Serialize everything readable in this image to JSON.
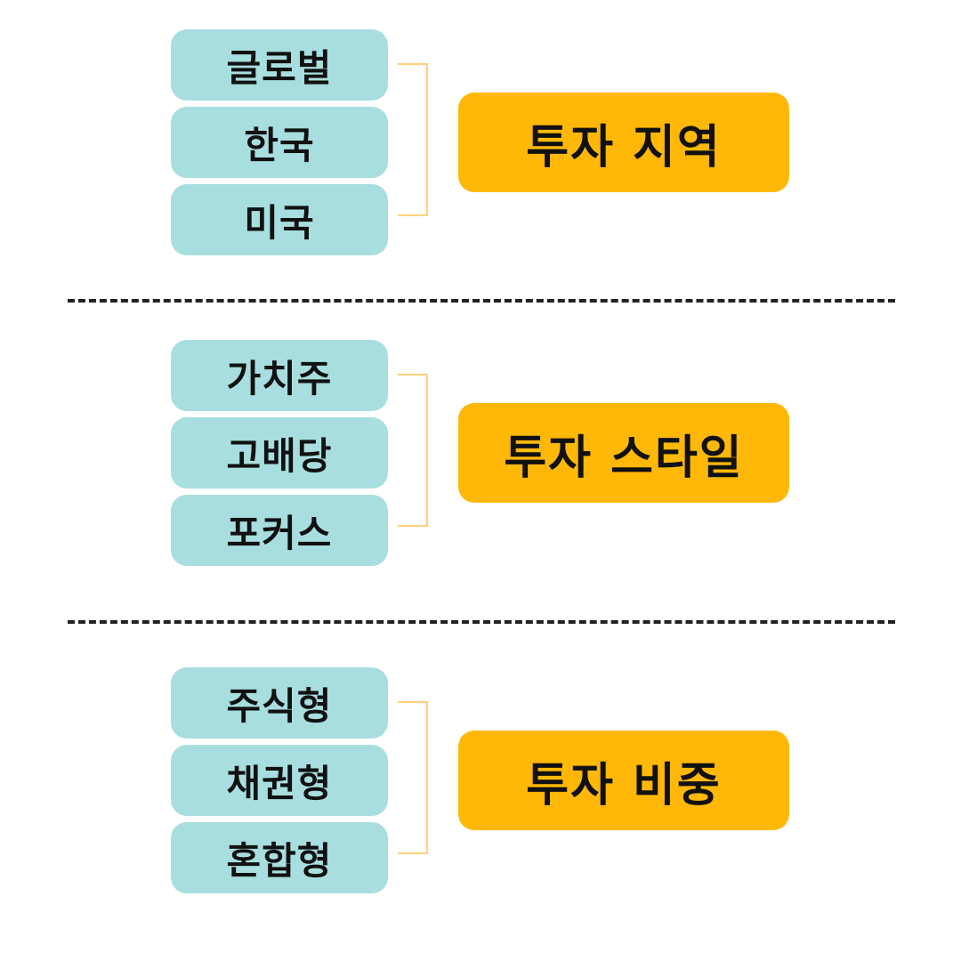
{
  "groups": [
    {
      "items": [
        "글로벌",
        "한국",
        "미국"
      ],
      "category": "투자 지역"
    },
    {
      "items": [
        "가치주",
        "고배당",
        "포커스"
      ],
      "category": "투자 스타일"
    },
    {
      "items": [
        "주식형",
        "채권형",
        "혼합형"
      ],
      "category": "투자 비중"
    }
  ],
  "colors": {
    "item_background": "#a8dedf",
    "category_background": "#ffb808",
    "bracket": "#ffd07a",
    "divider": "#222222",
    "text": "#111111"
  }
}
